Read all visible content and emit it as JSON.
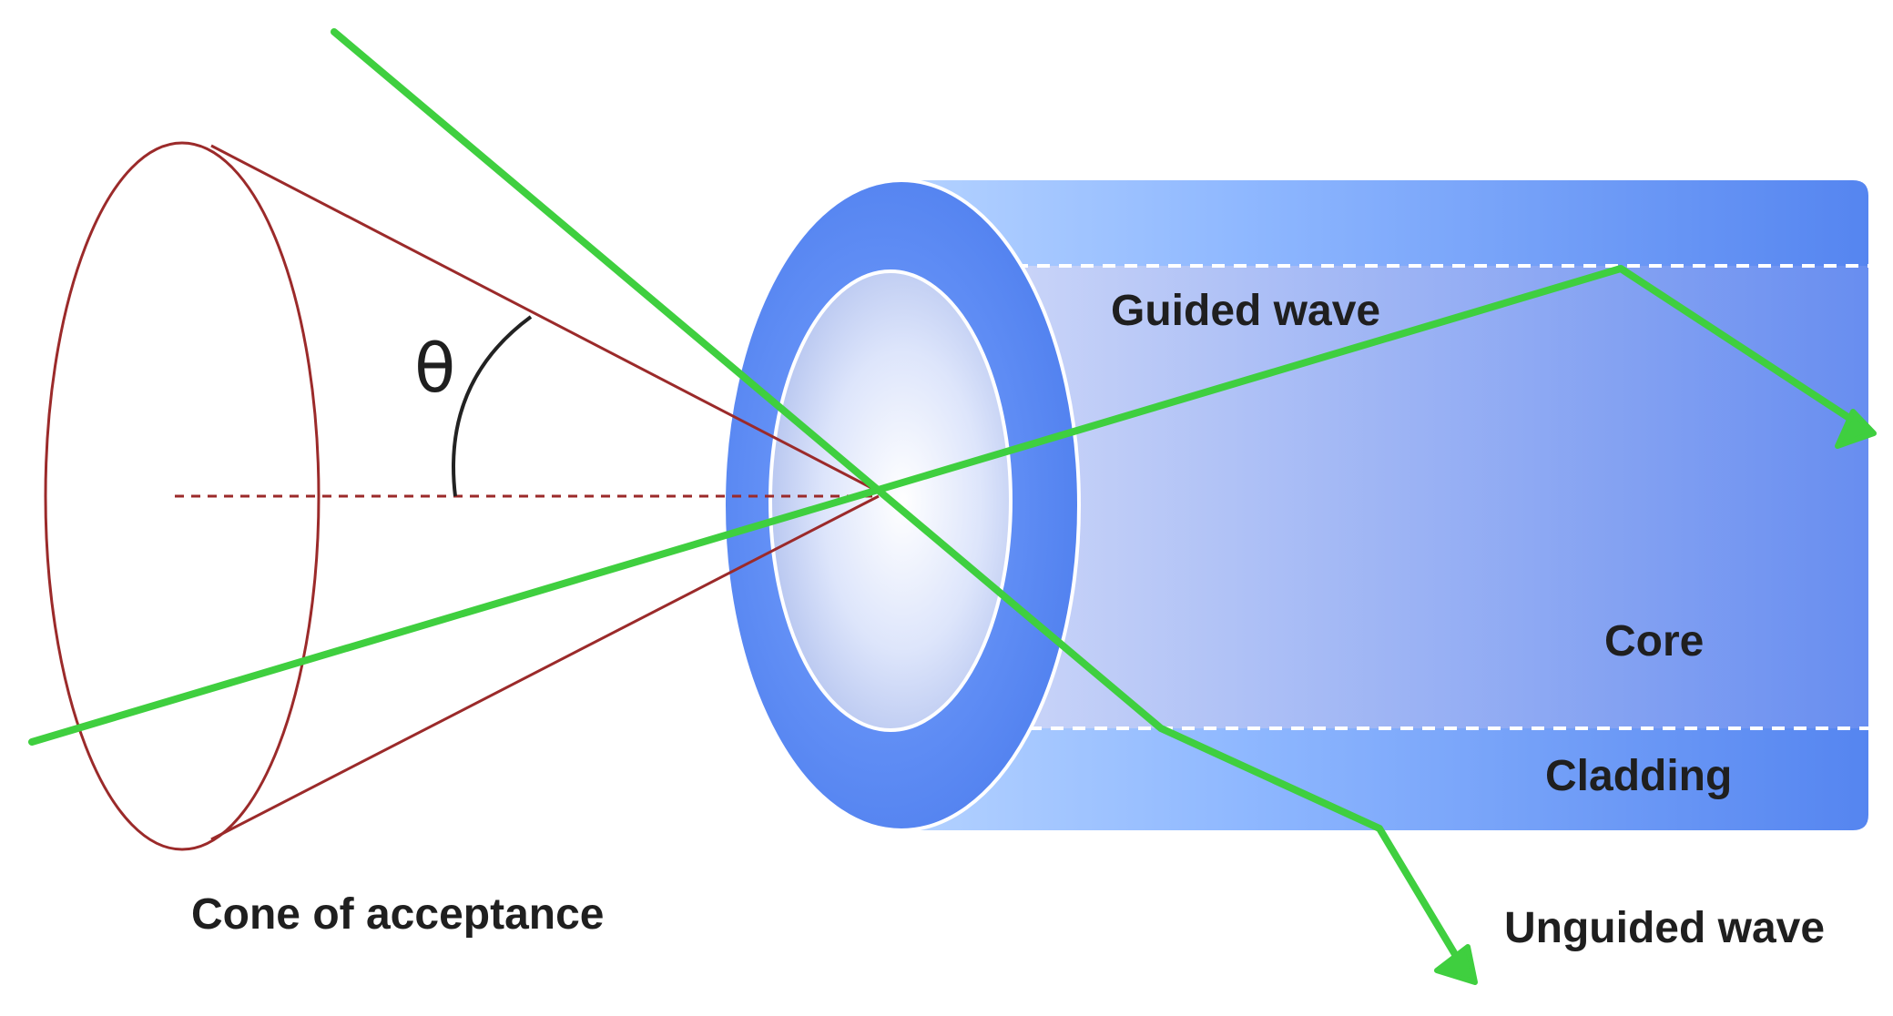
{
  "labels": {
    "guided_wave": "Guided wave",
    "core": "Core",
    "cladding": "Cladding",
    "unguided_wave": "Unguided wave",
    "cone_of_acceptance": "Cone of acceptance",
    "angle_symbol": "θ"
  },
  "colors": {
    "ray": "#3fcf3f",
    "cone_outline": "#9b2a2a",
    "fiber_light": "#9ec3ff",
    "fiber_dark": "#5585f0",
    "cladding_ring": "#5f8ff5",
    "boundary_dash": "#ffffff",
    "label_text": "#1f1f1f"
  }
}
